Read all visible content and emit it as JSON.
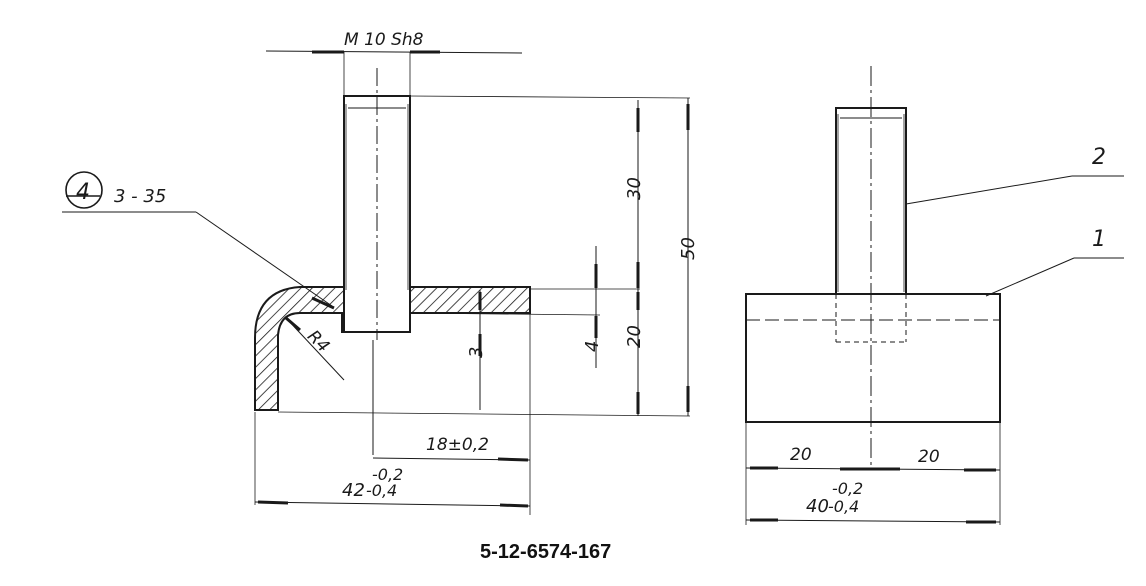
{
  "drawing": {
    "number": "5-12-6574-167",
    "thread_label": "M 10 Sh8",
    "weld_symbol": "4",
    "weld_note": "3 - 35",
    "radius_label": "R4",
    "dimensions": {
      "stud_length": "30",
      "total_height": "50",
      "base_height": "20",
      "plate_thickness": "3",
      "recess_depth": "4",
      "stud_offset": "18±0,2",
      "base_width_nominal": "42",
      "tol_upper_left": "-0,2",
      "tol_lower_left": "-0,4",
      "half_width_left": "20",
      "half_width_right": "20",
      "side_width_nominal": "40",
      "tol_upper_right": "-0,2",
      "tol_lower_right": "-0,4"
    },
    "part_callouts": [
      "2",
      "1"
    ]
  }
}
